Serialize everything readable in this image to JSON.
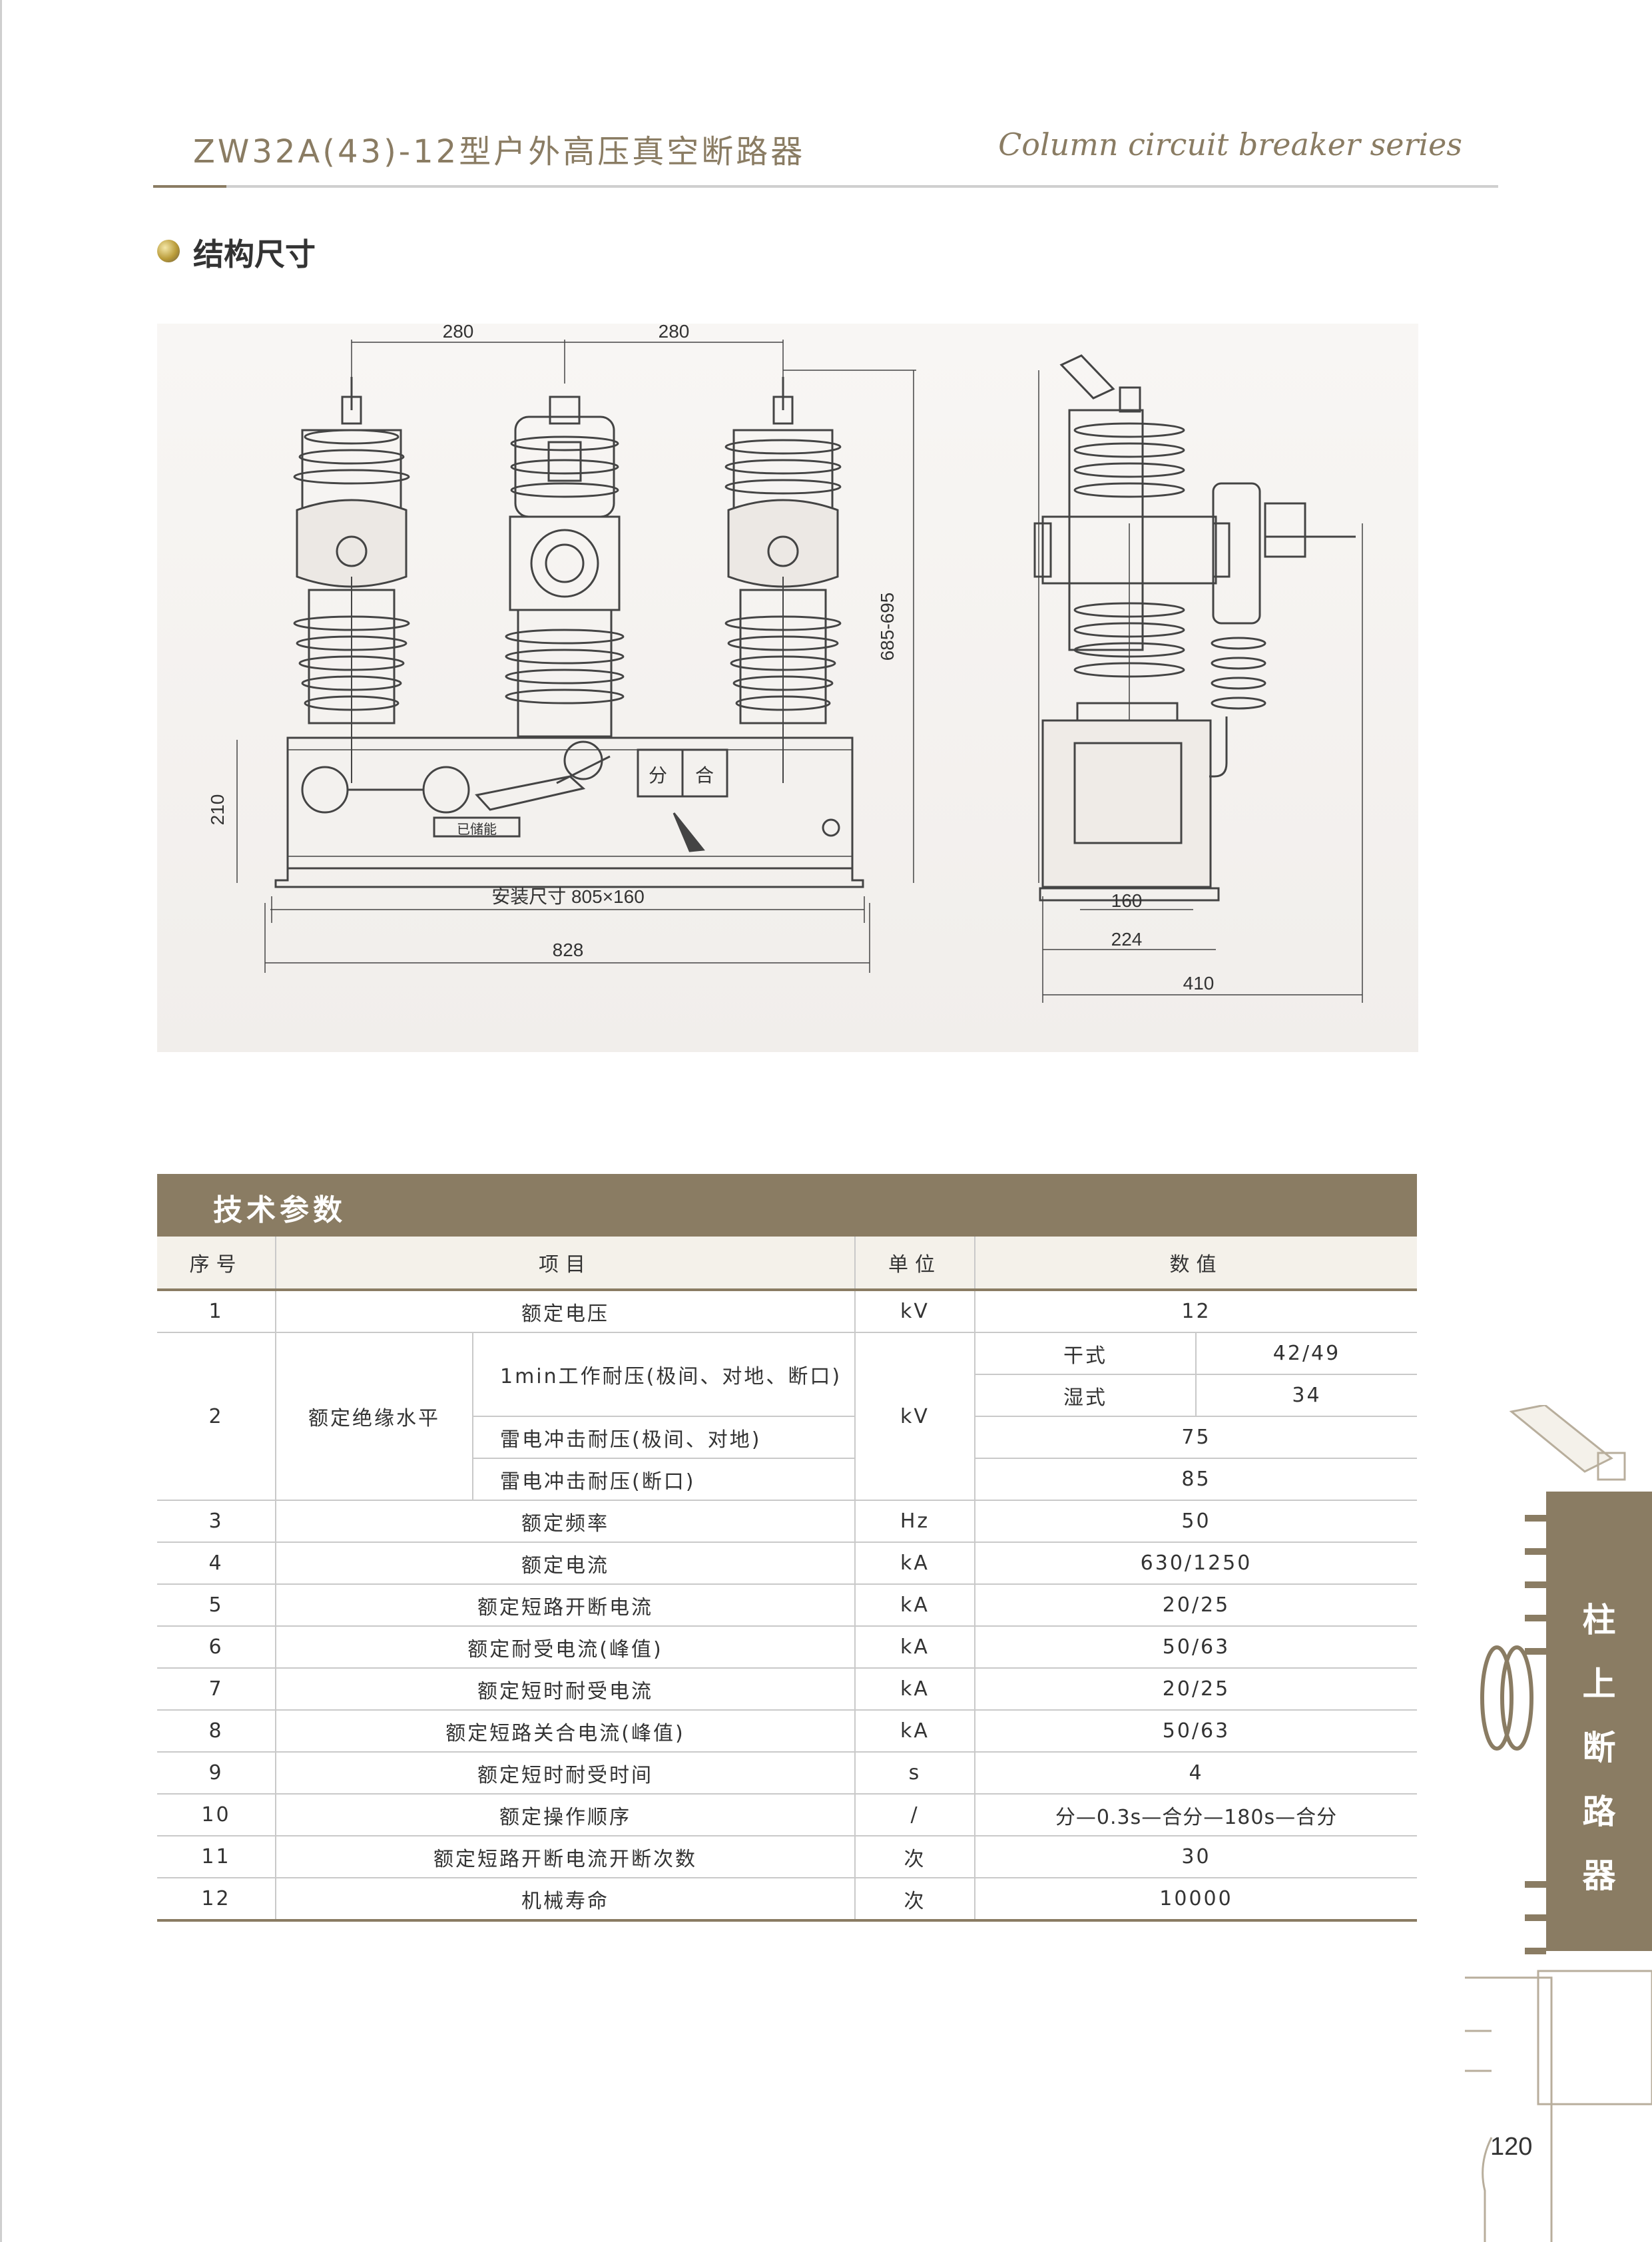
{
  "header": {
    "title": "ZW32A(43)-12型户外高压真空断路器",
    "subtitle": "Column circuit breaker series"
  },
  "section": {
    "title": "结构尺寸"
  },
  "diagram": {
    "dims": {
      "phase_spacing_1": "280",
      "phase_spacing_2": "280",
      "height": "685-695",
      "base_height": "210",
      "mount": "安装尺寸 805×160",
      "width": "828",
      "side_160": "160",
      "side_224": "224",
      "side_410": "410"
    },
    "panel_labels": {
      "open": "分",
      "close": "合",
      "stored": "已储能"
    }
  },
  "table": {
    "banner": "技术参数",
    "headers": [
      "序号",
      "项目",
      "单位",
      "数值"
    ],
    "rows": [
      {
        "no": "1",
        "item": "额定电压",
        "unit": "kV",
        "value": "12"
      },
      {
        "no": "2",
        "item": "额定绝缘水平",
        "unit": "kV",
        "sub": [
          {
            "item": "1min工作耐压(极间、对地、断口)",
            "values": [
              {
                "label": "干式",
                "value": "42/49"
              },
              {
                "label": "湿式",
                "value": "34"
              }
            ]
          },
          {
            "item": "雷电冲击耐压(极间、对地)",
            "value": "75"
          },
          {
            "item": "雷电冲击耐压(断口)",
            "value": "85"
          }
        ]
      },
      {
        "no": "3",
        "item": "额定频率",
        "unit": "Hz",
        "value": "50"
      },
      {
        "no": "4",
        "item": "额定电流",
        "unit": "kA",
        "value": "630/1250"
      },
      {
        "no": "5",
        "item": "额定短路开断电流",
        "unit": "kA",
        "value": "20/25"
      },
      {
        "no": "6",
        "item": "额定耐受电流(峰值)",
        "unit": "kA",
        "value": "50/63"
      },
      {
        "no": "7",
        "item": "额定短时耐受电流",
        "unit": "kA",
        "value": "20/25"
      },
      {
        "no": "8",
        "item": "额定短路关合电流(峰值)",
        "unit": "kA",
        "value": "50/63"
      },
      {
        "no": "9",
        "item": "额定短时耐受时间",
        "unit": "s",
        "value": "4"
      },
      {
        "no": "10",
        "item": "额定操作顺序",
        "unit": "/",
        "value": "分—0.3s—合分—180s—合分"
      },
      {
        "no": "11",
        "item": "额定短路开断电流开断次数",
        "unit": "次",
        "value": "30"
      },
      {
        "no": "12",
        "item": "机械寿命",
        "unit": "次",
        "value": "10000"
      }
    ]
  },
  "side_tab": {
    "chars": [
      "柱",
      "上",
      "断",
      "路",
      "器"
    ]
  },
  "page_number": "120",
  "colors": {
    "accent": "#8a7c63",
    "rule": "#cfcfcf",
    "header_bg": "#f4f1ea"
  }
}
